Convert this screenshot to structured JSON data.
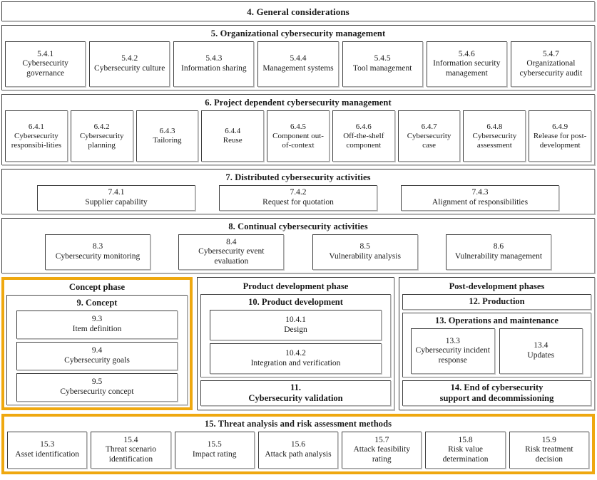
{
  "colors": {
    "highlight": "#EFA80F",
    "border": "#3b3b3b",
    "background": "#ffffff"
  },
  "clause4": {
    "title": "4. General considerations"
  },
  "clause5": {
    "title": "5. Organizational cybersecurity management",
    "items": [
      {
        "num": "5.4.1",
        "label": "Cybersecurity governance"
      },
      {
        "num": "5.4.2",
        "label": "Cybersecurity culture"
      },
      {
        "num": "5.4.3",
        "label": "Information sharing"
      },
      {
        "num": "5.4.4",
        "label": "Management systems"
      },
      {
        "num": "5.4.5",
        "label": "Tool management"
      },
      {
        "num": "5.4.6",
        "label": "Information security management"
      },
      {
        "num": "5.4.7",
        "label": "Organizational cybersecurity audit"
      }
    ]
  },
  "clause6": {
    "title": "6. Project dependent cybersecurity management",
    "items": [
      {
        "num": "6.4.1",
        "label": "Cybersecurity responsibi-lities"
      },
      {
        "num": "6.4.2",
        "label": "Cybersecurity planning"
      },
      {
        "num": "6.4.3",
        "label": "Tailoring"
      },
      {
        "num": "6.4.4",
        "label": "Reuse"
      },
      {
        "num": "6.4.5",
        "label": "Component out-of-context"
      },
      {
        "num": "6.4.6",
        "label": "Off-the-shelf component"
      },
      {
        "num": "6.4.7",
        "label": "Cybersecurity case"
      },
      {
        "num": "6.4.8",
        "label": "Cybersecurity assessment"
      },
      {
        "num": "6.4.9",
        "label": "Release for post-development"
      }
    ]
  },
  "clause7": {
    "title": "7. Distributed cybersecurity activities",
    "items": [
      {
        "num": "7.4.1",
        "label": "Supplier capability"
      },
      {
        "num": "7.4.2",
        "label": "Request for quotation"
      },
      {
        "num": "7.4.3",
        "label": "Alignment of responsibilities"
      }
    ]
  },
  "clause8": {
    "title": "8. Continual cybersecurity activities",
    "items": [
      {
        "num": "8.3",
        "label": "Cybersecurity monitoring"
      },
      {
        "num": "8.4",
        "label": "Cybersecurity event evaluation"
      },
      {
        "num": "8.5",
        "label": "Vulnerability analysis"
      },
      {
        "num": "8.6",
        "label": "Vulnerability management"
      }
    ]
  },
  "concept_phase": {
    "title": "Concept phase",
    "clause9_title": "9. Concept",
    "items": [
      {
        "num": "9.3",
        "label": "Item definition"
      },
      {
        "num": "9.4",
        "label": "Cybersecurity goals"
      },
      {
        "num": "9.5",
        "label": "Cybersecurity concept"
      }
    ]
  },
  "product_development_phase": {
    "title": "Product development phase",
    "clause10_title": "10. Product development",
    "items": [
      {
        "num": "10.4.1",
        "label": "Design"
      },
      {
        "num": "10.4.2",
        "label": "Integration and verification"
      }
    ],
    "clause11": {
      "num": "11.",
      "label": "Cybersecurity validation"
    }
  },
  "post_development_phases": {
    "title": "Post-development phases",
    "clause12": {
      "label": "12. Production"
    },
    "clause13_title": "13. Operations and maintenance",
    "clause13_items": [
      {
        "num": "13.3",
        "label": "Cybersecurity incident response"
      },
      {
        "num": "13.4",
        "label": "Updates"
      }
    ],
    "clause14": {
      "line1": "14. End of cybersecurity",
      "line2": "support and decommissioning"
    }
  },
  "clause15": {
    "title": "15. Threat analysis and risk assessment methods",
    "items": [
      {
        "num": "15.3",
        "label": "Asset identification"
      },
      {
        "num": "15.4",
        "label": "Threat scenario identification"
      },
      {
        "num": "15.5",
        "label": "Impact rating"
      },
      {
        "num": "15.6",
        "label": "Attack path analysis"
      },
      {
        "num": "15.7",
        "label": "Attack feasibility rating"
      },
      {
        "num": "15.8",
        "label": "Risk value determination"
      },
      {
        "num": "15.9",
        "label": "Risk treatment decision"
      }
    ]
  }
}
